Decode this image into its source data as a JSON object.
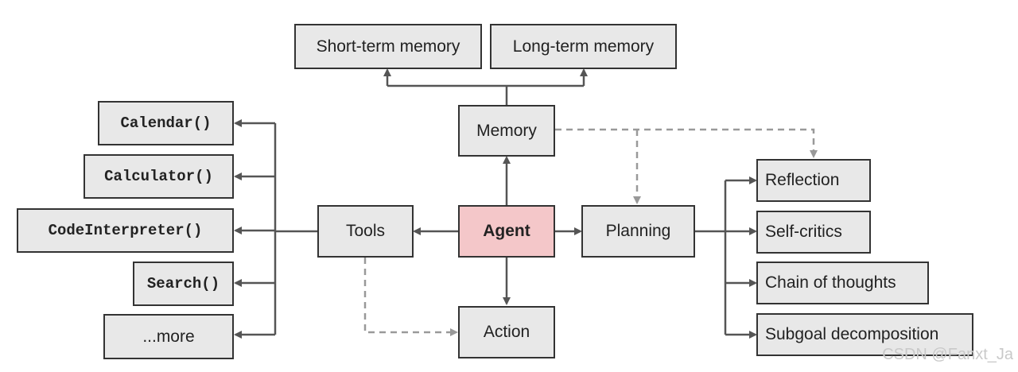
{
  "colors": {
    "box_fill": "#e8e8e8",
    "box_border": "#333333",
    "agent_fill": "#f4c7c9",
    "arrow": "#555555",
    "dashed_arrow": "#999999"
  },
  "center": {
    "agent": "Agent"
  },
  "memory": {
    "label": "Memory",
    "short_term": "Short-term memory",
    "long_term": "Long-term memory"
  },
  "tools": {
    "label": "Tools",
    "items": [
      "Calendar()",
      "Calculator()",
      "CodeInterpreter()",
      "Search()",
      "...more"
    ]
  },
  "planning": {
    "label": "Planning",
    "items": [
      "Reflection",
      "Self-critics",
      "Chain of thoughts",
      "Subgoal decomposition"
    ]
  },
  "action": {
    "label": "Action"
  },
  "watermark": "CSDN @Fanxt_Ja"
}
